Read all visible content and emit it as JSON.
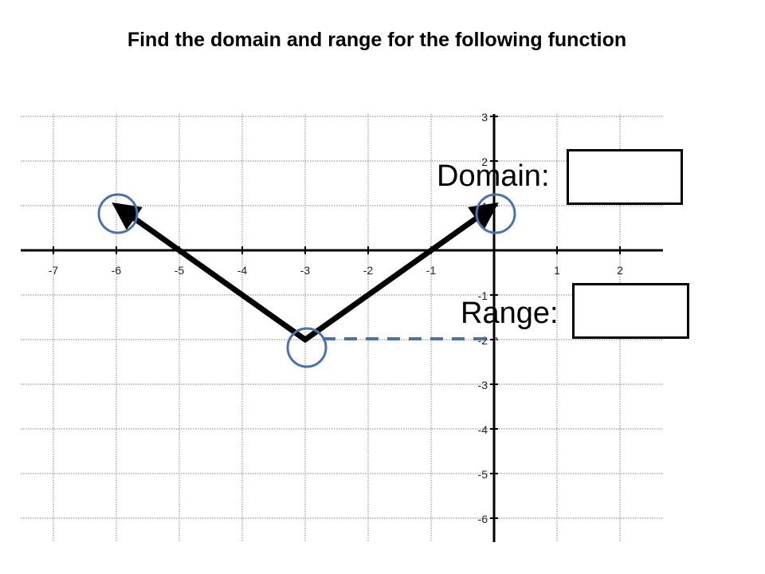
{
  "slide": {
    "title": "Find the domain and range for the following function"
  },
  "answers": {
    "domain_label": "Domain:",
    "range_label": "Range:",
    "domain_value": "",
    "range_value": ""
  },
  "colors": {
    "graph_line": "#000000",
    "highlight": "#4a72b0",
    "grid": "#9a9a9a"
  },
  "chart_data": {
    "type": "line",
    "title": "",
    "xlabel": "",
    "ylabel": "",
    "xlim": [
      -7.5,
      2.7
    ],
    "ylim": [
      -6.3,
      3.1
    ],
    "x_ticks": [
      -7,
      -6,
      -5,
      -4,
      -3,
      -2,
      -1,
      1,
      2
    ],
    "y_ticks": [
      3,
      2,
      1,
      -1,
      -2,
      -3,
      -4,
      -5,
      -6
    ],
    "grid": true,
    "series": [
      {
        "x": [
          -6,
          -3,
          0
        ],
        "y": [
          1,
          -2,
          1
        ]
      }
    ],
    "endpoints": [
      {
        "x": -6,
        "y": 1
      },
      {
        "x": 0,
        "y": 1
      }
    ],
    "vertex": {
      "x": -3,
      "y": -2
    },
    "marked_points": [
      {
        "x": -6,
        "y": 1
      },
      {
        "x": 0,
        "y": 1
      },
      {
        "x": -3,
        "y": -2
      }
    ],
    "dashed_segment": {
      "from": [
        -3,
        -2
      ],
      "to": [
        0,
        -2
      ]
    }
  }
}
